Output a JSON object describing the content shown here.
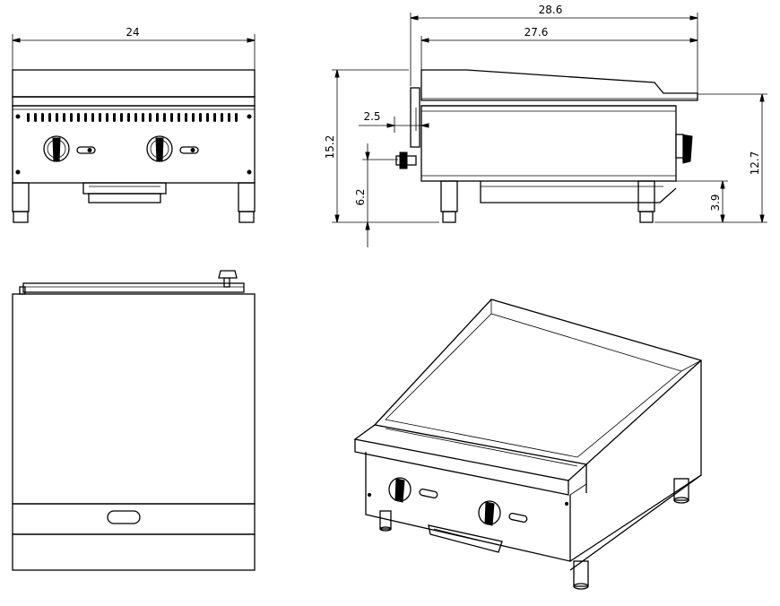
{
  "dimensions": {
    "front_width": "24",
    "side_total_depth": "28.6",
    "side_body_depth": "27.6",
    "knob_offset": "2.5",
    "total_height": "15.2",
    "knob_height": "6.2",
    "body_height": "12.7",
    "leg_height": "3.9"
  }
}
